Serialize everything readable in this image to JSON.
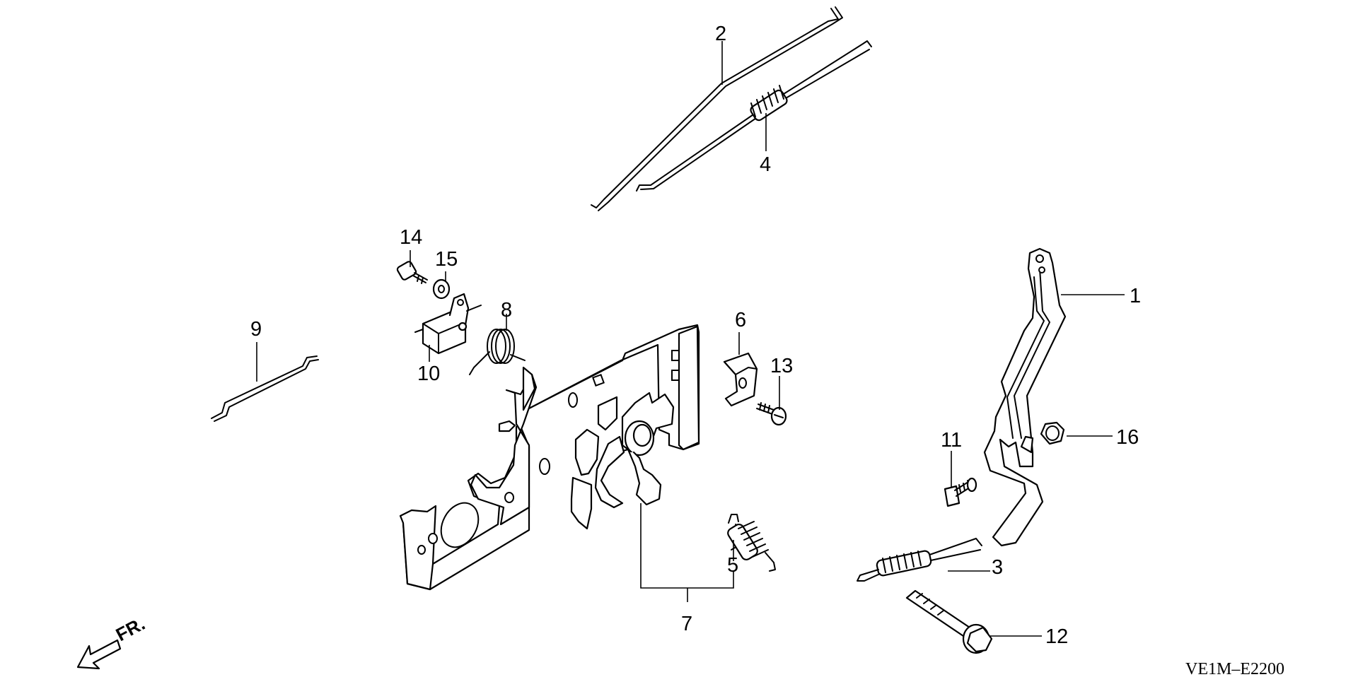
{
  "diagram": {
    "reference_code": "VE1M–E2200",
    "direction_label": "FR.",
    "callouts": [
      {
        "number": "1"
      },
      {
        "number": "2"
      },
      {
        "number": "3"
      },
      {
        "number": "4"
      },
      {
        "number": "5"
      },
      {
        "number": "6"
      },
      {
        "number": "7"
      },
      {
        "number": "8"
      },
      {
        "number": "9"
      },
      {
        "number": "10"
      },
      {
        "number": "11"
      },
      {
        "number": "12"
      },
      {
        "number": "13"
      },
      {
        "number": "14"
      },
      {
        "number": "15"
      },
      {
        "number": "16"
      }
    ]
  }
}
